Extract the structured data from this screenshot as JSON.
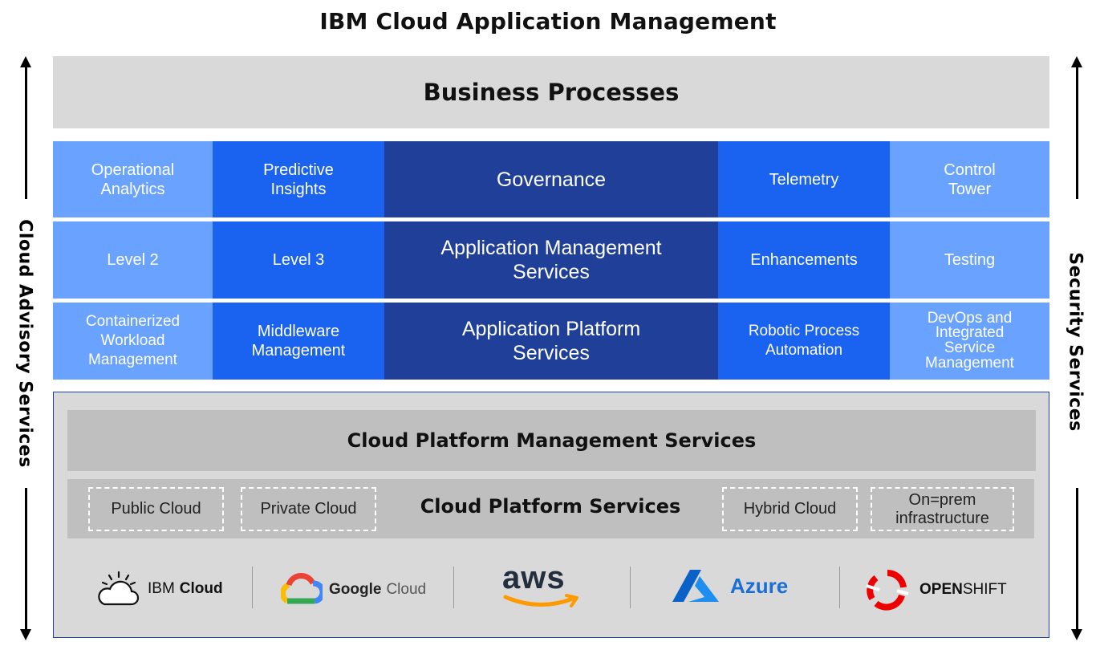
{
  "title": "IBM Cloud Application Management",
  "left_side_label": "Cloud Advisory Services",
  "right_side_label": "Security Services",
  "business_processes": "Business Processes",
  "rows": [
    {
      "cells": [
        {
          "label": "Operational\nAnalytics"
        },
        {
          "label": "Predictive\nInsights"
        },
        {
          "label": "Governance"
        },
        {
          "label": "Telemetry"
        },
        {
          "label": "Control\nTower"
        }
      ]
    },
    {
      "cells": [
        {
          "label": "Level 2"
        },
        {
          "label": "Level 3"
        },
        {
          "label": "Application Management\nServices"
        },
        {
          "label": "Enhancements"
        },
        {
          "label": "Testing"
        }
      ]
    },
    {
      "cells": [
        {
          "label": "Containerized\nWorkload\nManagement"
        },
        {
          "label": "Middleware\nManagement"
        },
        {
          "label": "Application Platform\nServices"
        },
        {
          "label": "Robotic Process\nAutomation"
        },
        {
          "label": "DevOps and\nIntegrated\nService\nManagement"
        }
      ]
    }
  ],
  "cloud_platform_management": "Cloud Platform Management Services",
  "cloud_platform_services": {
    "title": "Cloud Platform Services",
    "options": [
      "Public Cloud",
      "Private Cloud",
      "Hybrid Cloud",
      "On=prem\ninfrastructure"
    ]
  },
  "providers": {
    "ibm": {
      "brand": "IBM",
      "product": "Cloud",
      "icon": "ibm-cloud-icon"
    },
    "google": {
      "brand": "Google",
      "product": "Cloud",
      "icon": "google-cloud-icon"
    },
    "aws": {
      "brand": "aws",
      "icon": "aws-smile-icon"
    },
    "azure": {
      "brand": "Azure",
      "icon": "azure-icon"
    },
    "openshift": {
      "brand": "OPEN",
      "product": "SHIFT",
      "icon": "openshift-icon"
    }
  },
  "colors": {
    "light_blue": "#6aa3ff",
    "mid_blue": "#1a62f0",
    "dark_blue": "#1f3f98",
    "gray_light": "#d9d9d9",
    "gray_mid": "#bfbfbf",
    "azure_blue": "#1a6fd6",
    "openshift_red": "#e00",
    "aws_orange": "#f90"
  }
}
